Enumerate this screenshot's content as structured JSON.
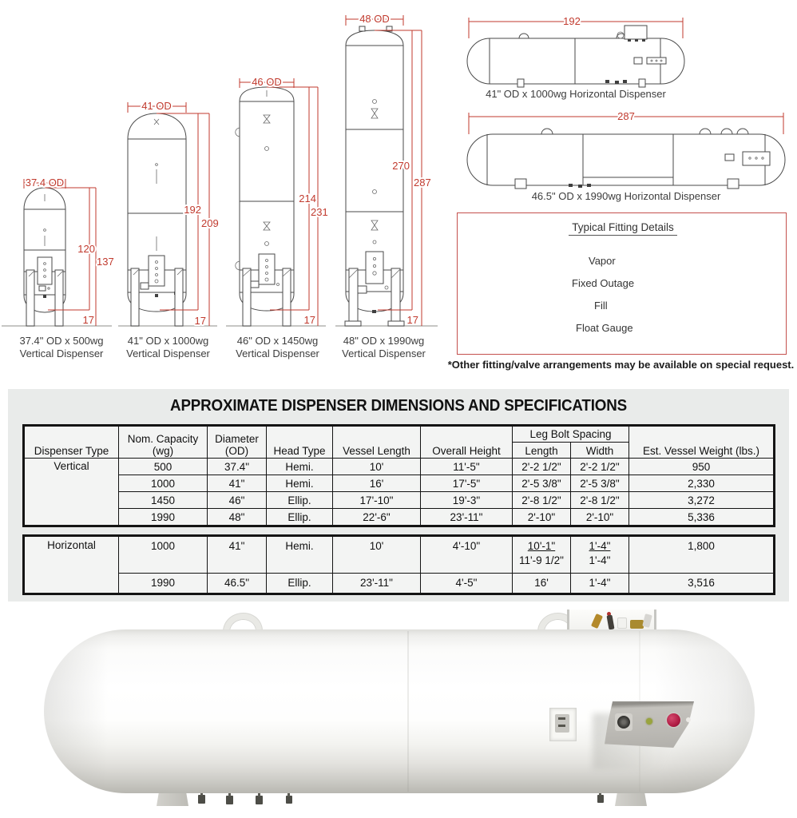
{
  "colors": {
    "dimension_red": "#c13a2e",
    "drawing_line": "#4a4a4a",
    "panel_background": "#e9ebea",
    "table_cell_background": "#f3f4f3",
    "fitting_box_border": "#c4504d",
    "photo_green_dot": "#99a43e",
    "photo_red_valve": "#b01c44",
    "photo_brass": "#b3892a"
  },
  "drawings": {
    "vertical_dispensers": [
      {
        "od": "37.4 OD",
        "height_to_top": "120",
        "overall_height": "137",
        "leg_height": "17",
        "caption_line1": "37.4\" OD x 500wg",
        "caption_line2": "Vertical Dispenser"
      },
      {
        "od": "41 OD",
        "height_to_top": "192",
        "overall_height": "209",
        "leg_height": "17",
        "caption_line1": "41\" OD x 1000wg",
        "caption_line2": "Vertical Dispenser"
      },
      {
        "od": "46 OD",
        "height_to_top": "214",
        "overall_height": "231",
        "leg_height": "17",
        "caption_line1": "46\" OD x 1450wg",
        "caption_line2": "Vertical Dispenser"
      },
      {
        "od": "48 OD",
        "height_to_top": "270",
        "overall_height": "287",
        "leg_height": "17",
        "caption_line1": "48\" OD x 1990wg",
        "caption_line2": "Vertical Dispenser"
      }
    ],
    "horizontal_dispensers": [
      {
        "length": "192",
        "caption": "41\" OD x 1000wg Horizontal Dispenser"
      },
      {
        "length": "287",
        "caption": "46.5\" OD x 1990wg Horizontal Dispenser"
      }
    ],
    "fitting_details": {
      "title": "Typical Fitting Details",
      "labels": {
        "vapor": "Vapor",
        "fixed_outage": "Fixed Outage",
        "fill": "Fill",
        "float_gauge": "Float Gauge"
      }
    },
    "footnote": "*Other fitting/valve arrangements may be available on special request."
  },
  "spec_table": {
    "title": "APPROXIMATE DISPENSER DIMENSIONS AND SPECIFICATIONS",
    "headers": {
      "dispenser_type": "Dispenser Type",
      "nom_capacity_1": "Nom. Capacity",
      "nom_capacity_2": "(wg)",
      "diameter_1": "Diameter",
      "diameter_2": "(OD)",
      "head_type": "Head Type",
      "vessel_length": "Vessel Length",
      "overall_height": "Overall Height",
      "leg_bolt_spacing": "Leg Bolt Spacing",
      "length": "Length",
      "width": "Width",
      "est_vessel_weight": "Est. Vessel Weight (lbs.)"
    },
    "vertical": {
      "type_label": "Vertical",
      "rows": [
        {
          "capacity": "500",
          "diameter": "37.4\"",
          "head": "Hemi.",
          "vessel_length": "10'",
          "overall_height": "11'-5\"",
          "bolt_length": "2'-2 1/2\"",
          "bolt_width": "2'-2 1/2\"",
          "weight": "950"
        },
        {
          "capacity": "1000",
          "diameter": "41\"",
          "head": "Hemi.",
          "vessel_length": "16'",
          "overall_height": "17'-5\"",
          "bolt_length": "2'-5 3/8\"",
          "bolt_width": "2'-5 3/8\"",
          "weight": "2,330"
        },
        {
          "capacity": "1450",
          "diameter": "46\"",
          "head": "Ellip.",
          "vessel_length": "17'-10\"",
          "overall_height": "19'-3\"",
          "bolt_length": "2'-8 1/2\"",
          "bolt_width": "2'-8 1/2\"",
          "weight": "3,272"
        },
        {
          "capacity": "1990",
          "diameter": "48\"",
          "head": "Ellip.",
          "vessel_length": "22'-6\"",
          "overall_height": "23'-11\"",
          "bolt_length": "2'-10\"",
          "bolt_width": "2'-10\"",
          "weight": "5,336"
        }
      ]
    },
    "horizontal": {
      "type_label": "Horizontal",
      "rows": [
        {
          "capacity": "1000",
          "diameter": "41\"",
          "head": "Hemi.",
          "vessel_length": "10'",
          "overall_height": "4'-10\"",
          "bolt_length_a": "10'-1\"",
          "bolt_length_b": "11'-9 1/2\"",
          "bolt_width_a": "1'-4\"",
          "bolt_width_b": "1'-4\"",
          "weight": "1,800"
        },
        {
          "capacity": "1990",
          "diameter": "46.5\"",
          "head": "Ellip.",
          "vessel_length": "23'-11\"",
          "overall_height": "4'-5\"",
          "bolt_length": "16'",
          "bolt_width": "1'-4\"",
          "weight": "3,516"
        }
      ]
    }
  }
}
